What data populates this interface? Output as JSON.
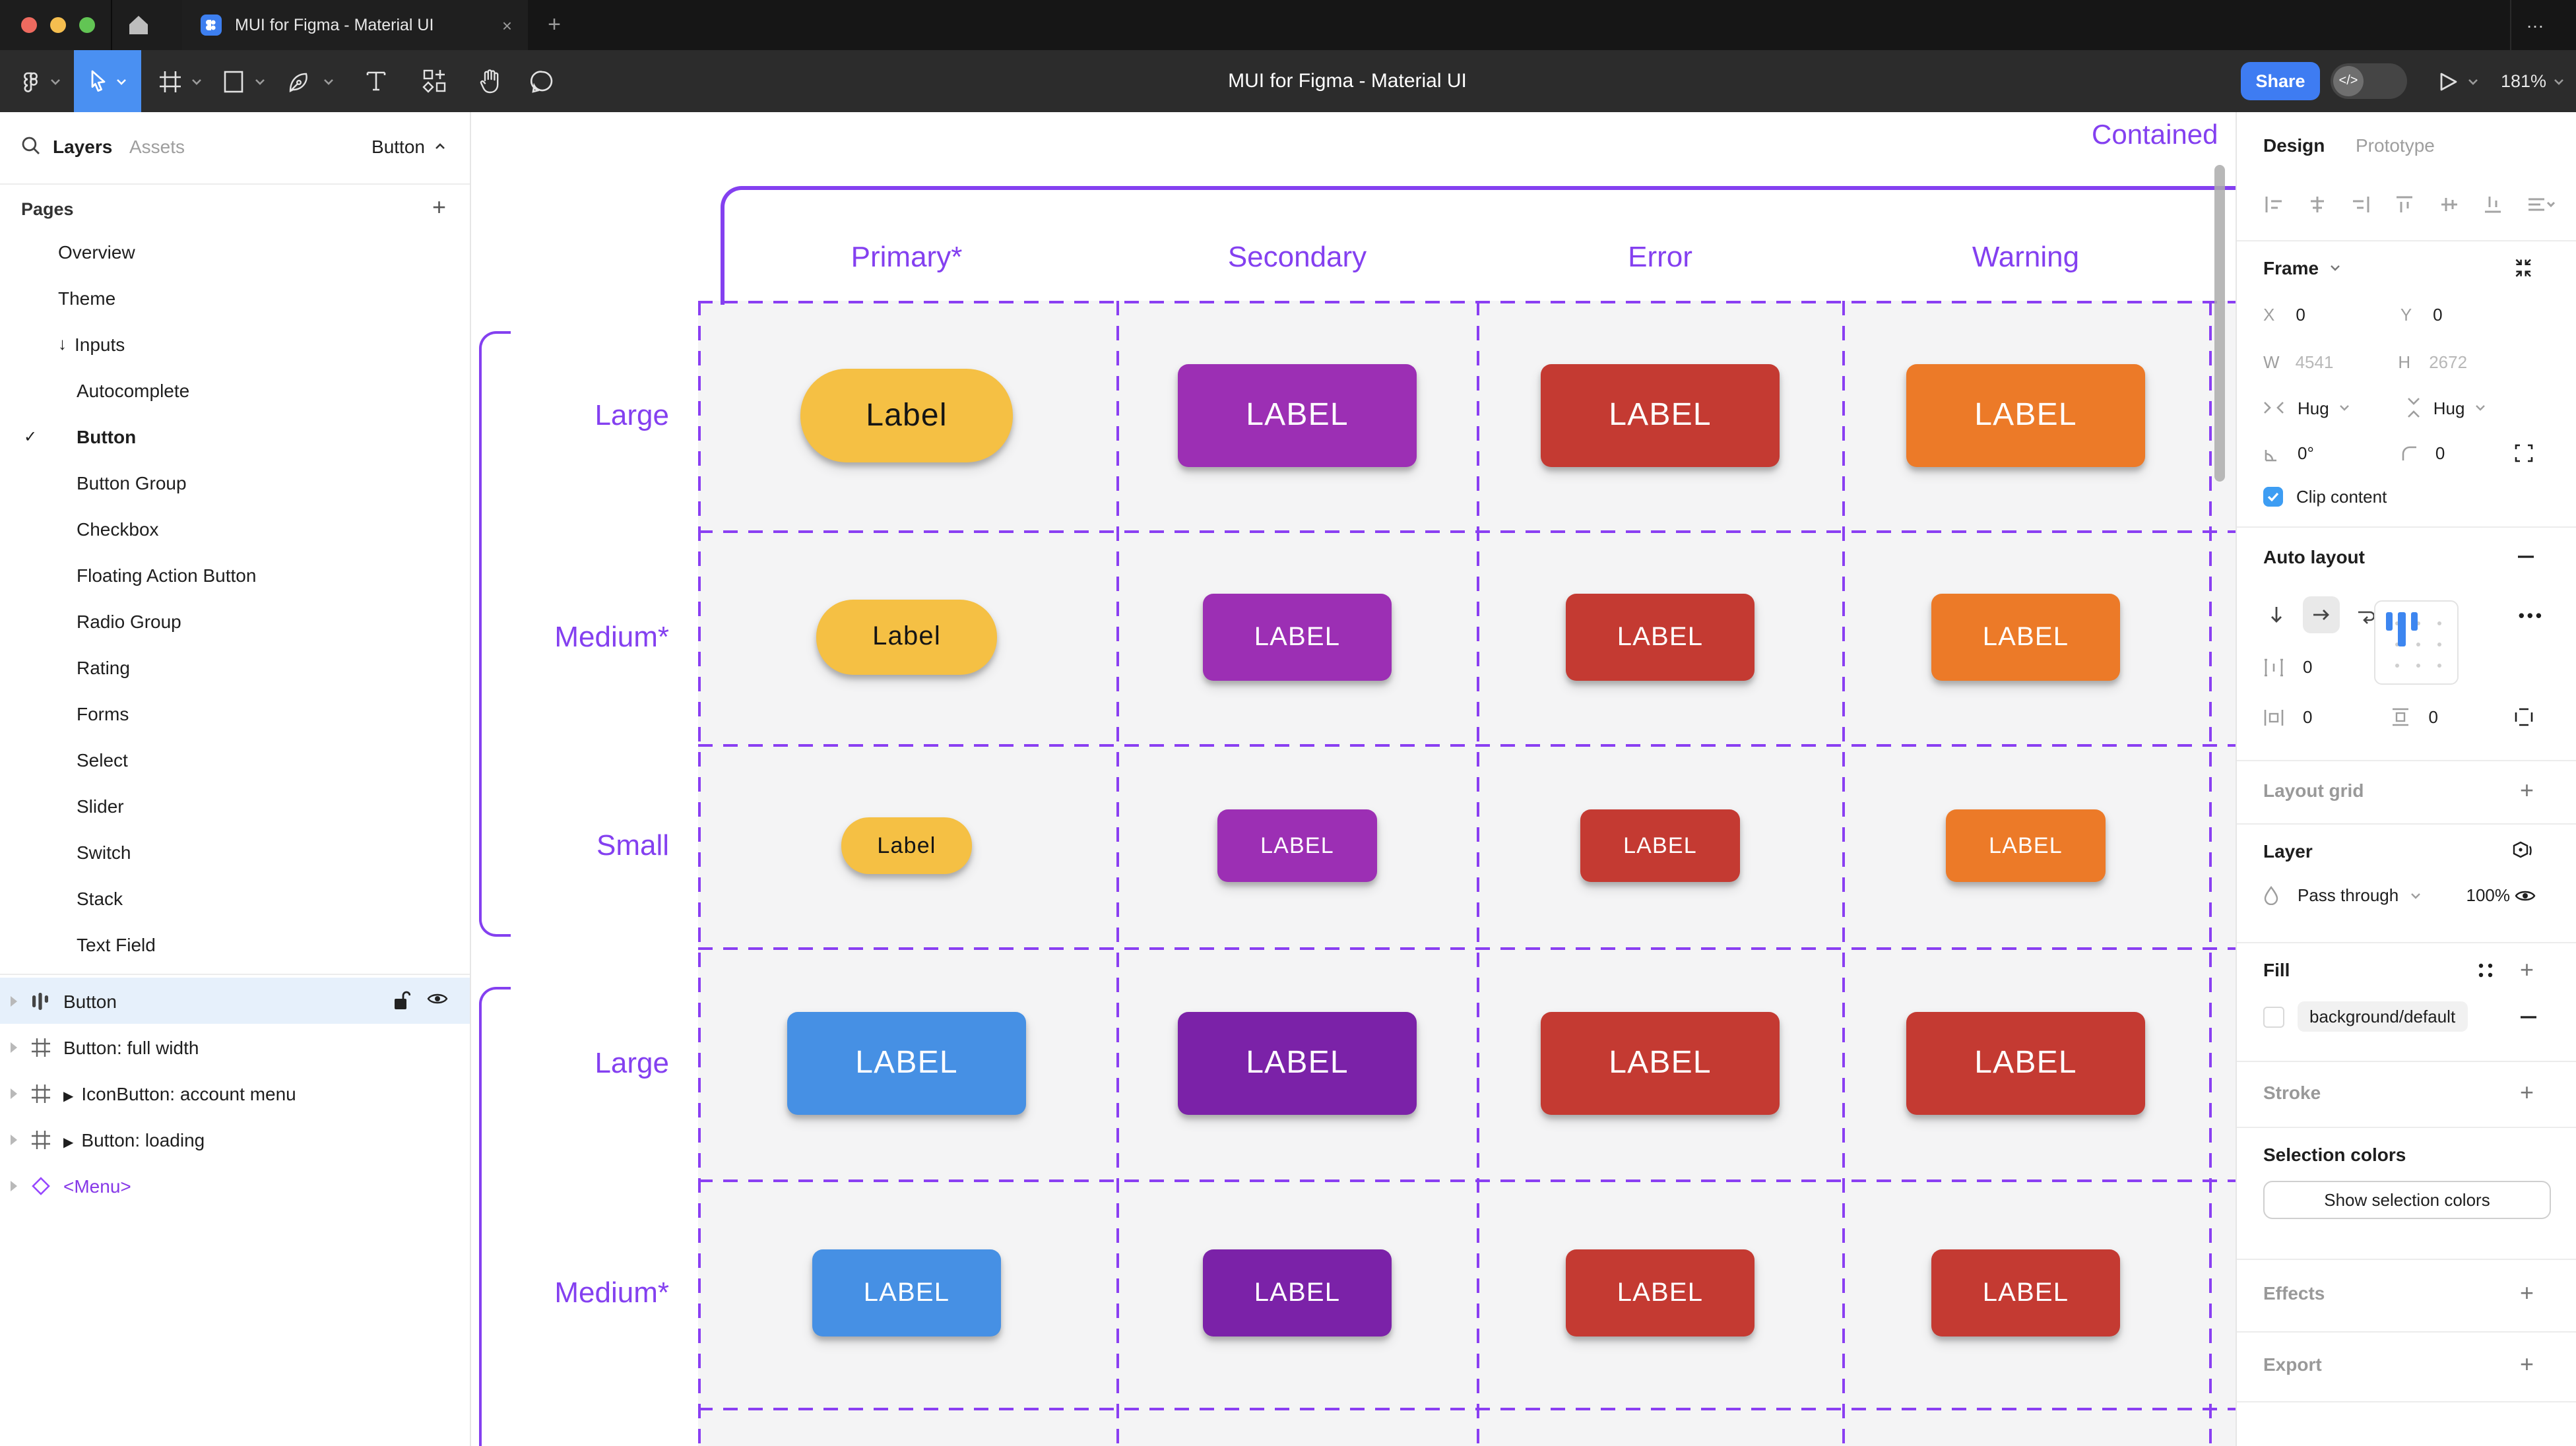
{
  "window": {
    "tab_title": "MUI for Figma - Material UI",
    "more_menu": "…",
    "new_tab": "+",
    "close_tab": "×"
  },
  "toolbar": {
    "doc_title": "MUI for Figma - Material UI",
    "share": "Share",
    "dev_toggle_glyph": "</>",
    "zoom": "181%"
  },
  "sidebar": {
    "tab_layers": "Layers",
    "tab_assets": "Assets",
    "component_picker": "Button",
    "pages_header": "Pages",
    "pages": [
      {
        "label": "Overview",
        "level": 1
      },
      {
        "label": "Theme",
        "level": 1
      },
      {
        "label": "Inputs",
        "level": 1,
        "arrow": true
      },
      {
        "label": "Autocomplete",
        "level": 2
      },
      {
        "label": "Button",
        "level": 2,
        "checked": true,
        "bold": true
      },
      {
        "label": "Button Group",
        "level": 2
      },
      {
        "label": "Checkbox",
        "level": 2
      },
      {
        "label": "Floating Action Button",
        "level": 2
      },
      {
        "label": "Radio Group",
        "level": 2
      },
      {
        "label": "Rating",
        "level": 2
      },
      {
        "label": "Forms",
        "level": 2
      },
      {
        "label": "Select",
        "level": 2
      },
      {
        "label": "Slider",
        "level": 2
      },
      {
        "label": "Switch",
        "level": 2
      },
      {
        "label": "Stack",
        "level": 2
      },
      {
        "label": "Text Field",
        "level": 2
      }
    ],
    "layers": [
      {
        "label": "Button",
        "icon": "auto-layout",
        "selected": true
      },
      {
        "label": "Button: full width",
        "icon": "frame"
      },
      {
        "label": "IconButton: account menu",
        "icon": "frame",
        "play": true
      },
      {
        "label": "Button: loading",
        "icon": "frame",
        "play": true
      },
      {
        "label": "<Menu>",
        "icon": "component",
        "component": true
      }
    ]
  },
  "canvas": {
    "frame_title": "Contained",
    "columns": [
      "Primary*",
      "Secondary",
      "Error",
      "Warning"
    ],
    "rows": [
      {
        "label": "Large",
        "size": "large",
        "buttons": [
          {
            "text": "Label",
            "variant": "yellow"
          },
          {
            "text": "LABEL",
            "variant": "purple"
          },
          {
            "text": "LABEL",
            "variant": "red"
          },
          {
            "text": "LABEL",
            "variant": "orange"
          }
        ]
      },
      {
        "label": "Medium*",
        "size": "medium",
        "buttons": [
          {
            "text": "Label",
            "variant": "yellow"
          },
          {
            "text": "LABEL",
            "variant": "purple"
          },
          {
            "text": "LABEL",
            "variant": "red"
          },
          {
            "text": "LABEL",
            "variant": "orange"
          }
        ]
      },
      {
        "label": "Small",
        "size": "small",
        "buttons": [
          {
            "text": "Label",
            "variant": "yellow"
          },
          {
            "text": "LABEL",
            "variant": "purple"
          },
          {
            "text": "LABEL",
            "variant": "red"
          },
          {
            "text": "LABEL",
            "variant": "orange"
          }
        ]
      },
      {
        "label": "Large",
        "size": "large",
        "buttons": [
          {
            "text": "LABEL",
            "variant": "blue"
          },
          {
            "text": "LABEL",
            "variant": "darkpurple"
          },
          {
            "text": "LABEL",
            "variant": "red"
          },
          {
            "text": "LABEL",
            "variant": "red"
          }
        ]
      },
      {
        "label": "Medium*",
        "size": "medium",
        "buttons": [
          {
            "text": "LABEL",
            "variant": "blue"
          },
          {
            "text": "LABEL",
            "variant": "darkpurple"
          },
          {
            "text": "LABEL",
            "variant": "red"
          },
          {
            "text": "LABEL",
            "variant": "red"
          }
        ]
      }
    ],
    "button_colors": {
      "yellow": "#F5C044",
      "purple": "#9C2FB4",
      "red": "#C43A32",
      "orange": "#EC7A28",
      "blue": "#4690E4",
      "darkpurple": "#7B22A8"
    },
    "accent_purple": "#8440F0"
  },
  "panel": {
    "tab_design": "Design",
    "tab_prototype": "Prototype",
    "frame": {
      "header": "Frame",
      "x_label": "X",
      "x_value": "0",
      "y_label": "Y",
      "y_value": "0",
      "w_label": "W",
      "w_value": "4541",
      "h_label": "H",
      "h_value": "2672",
      "hug_h": "Hug",
      "hug_v": "Hug",
      "rotation": "0°",
      "corner_radius": "0",
      "clip_label": "Clip content"
    },
    "auto_layout": {
      "header": "Auto layout",
      "gap": "0",
      "padding_h": "0",
      "padding_v": "0"
    },
    "layout_grid_header": "Layout grid",
    "layer": {
      "header": "Layer",
      "blend_mode": "Pass through",
      "opacity": "100%"
    },
    "fill": {
      "header": "Fill",
      "style_name": "background/default"
    },
    "stroke_header": "Stroke",
    "selection": {
      "header": "Selection colors",
      "show_button": "Show selection colors"
    },
    "effects_header": "Effects",
    "export_header": "Export"
  }
}
